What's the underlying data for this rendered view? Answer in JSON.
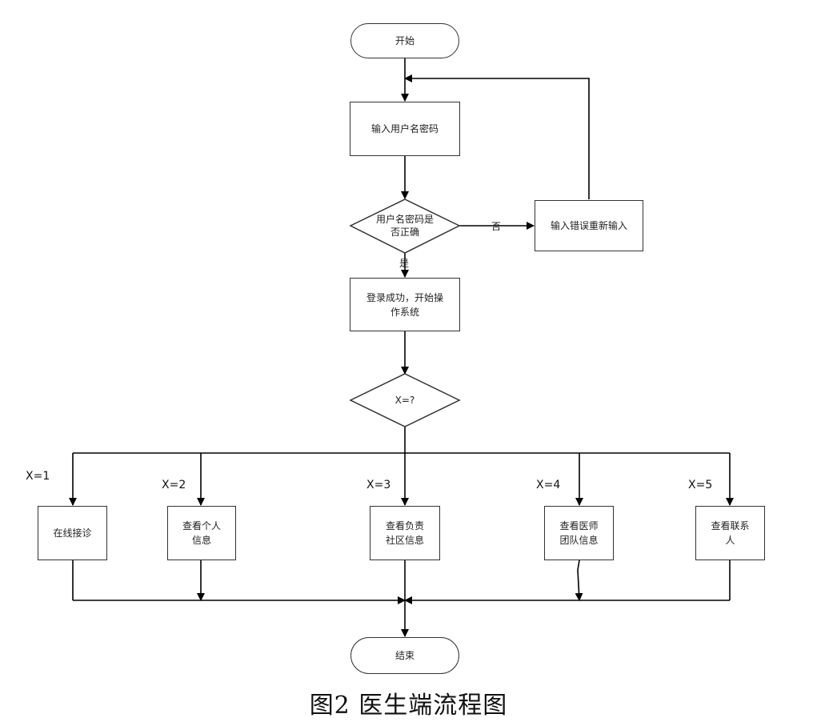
{
  "nodes": {
    "start": "开始",
    "input": "输入用户名密码",
    "check": "用户名密码是\n否正确",
    "retry": "输入错误重新输入",
    "success": "登录成功，开始操\n作系统",
    "switch": "X=?",
    "opt1": "在线接诊",
    "opt2": "查看个人\n信息",
    "opt3": "查看负责\n社区信息",
    "opt4": "查看医师\n团队信息",
    "opt5": "查看联系\n人",
    "end": "结束"
  },
  "labels": {
    "no": "否",
    "yes": "是",
    "x1": "X=1",
    "x2": "X=2",
    "x3": "X=3",
    "x4": "X=4",
    "x5": "X=5"
  },
  "caption": "图2  医生端流程图"
}
